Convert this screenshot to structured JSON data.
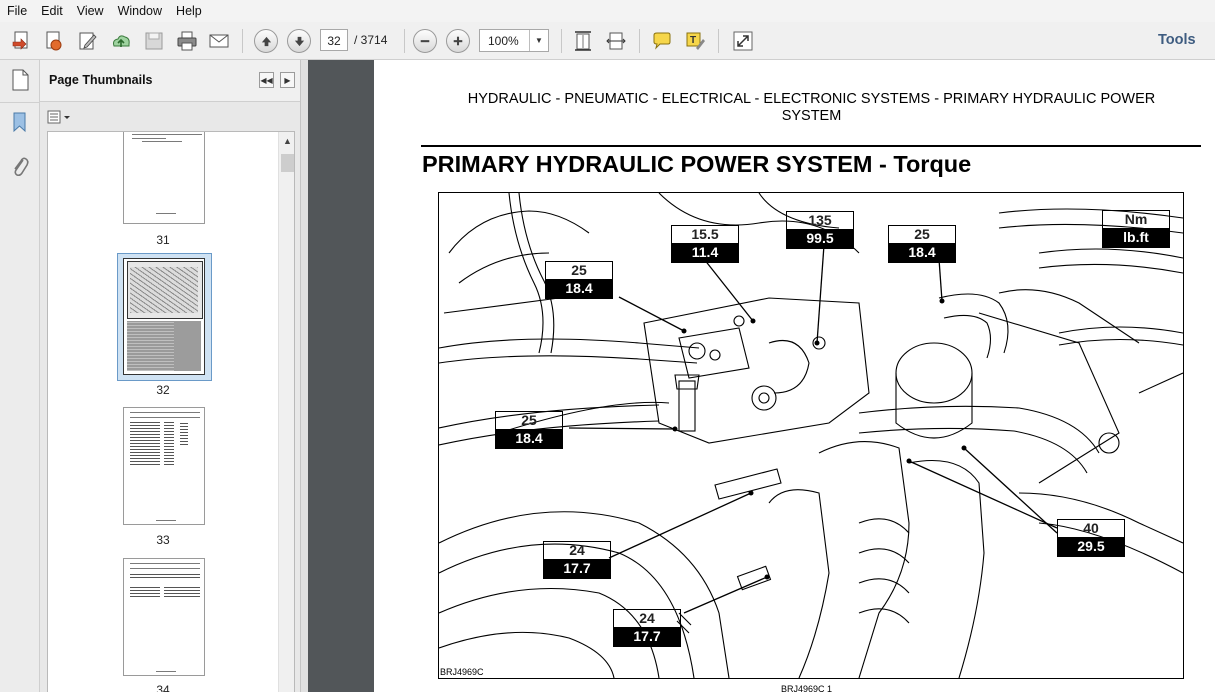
{
  "menu": [
    "File",
    "Edit",
    "View",
    "Window",
    "Help"
  ],
  "toolbar": {
    "current_page": "32",
    "page_total": "/ 3714",
    "zoom": "100%",
    "tools_label": "Tools",
    "icons": [
      "create-pdf-icon",
      "open-icon",
      "edit-icon",
      "upload-icon",
      "save-icon",
      "print-icon",
      "email-icon",
      "prev-page-icon",
      "next-page-icon",
      "zoom-out-icon",
      "zoom-in-icon",
      "fit-page-icon",
      "fit-width-icon",
      "comment-icon",
      "highlight-icon",
      "expand-icon"
    ]
  },
  "sidebar": {
    "title": "Page Thumbnails",
    "thumbnails": [
      {
        "label": "31"
      },
      {
        "label": "32",
        "selected": true
      },
      {
        "label": "33"
      },
      {
        "label": "34"
      }
    ]
  },
  "document": {
    "header": "HYDRAULIC - PNEUMATIC - ELECTRICAL - ELECTRONIC SYSTEMS - PRIMARY HYDRAULIC POWER SYSTEM",
    "title": "PRIMARY HYDRAULIC POWER SYSTEM - Torque",
    "figure_id": "BRJ4969C",
    "footer": "BRJ4969C     1",
    "legend": {
      "top": "Nm",
      "bottom": "lb.ft"
    },
    "torque_labels": [
      {
        "nm": "15.5",
        "lbft": "11.4"
      },
      {
        "nm": "135",
        "lbft": "99.5"
      },
      {
        "nm": "25",
        "lbft": "18.4"
      },
      {
        "nm": "25",
        "lbft": "18.4"
      },
      {
        "nm": "25",
        "lbft": "18.4"
      },
      {
        "nm": "40",
        "lbft": "29.5"
      },
      {
        "nm": "24",
        "lbft": "17.7"
      },
      {
        "nm": "24",
        "lbft": "17.7"
      }
    ]
  }
}
